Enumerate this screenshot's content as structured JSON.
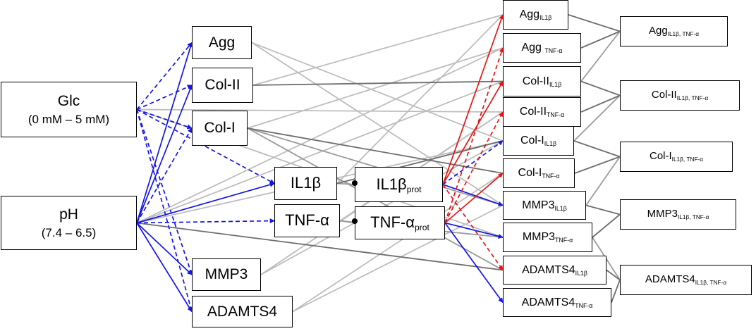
{
  "nodes": {
    "glc": {
      "label": "Glc",
      "sublabel": "(0 mM – 5 mM)"
    },
    "ph": {
      "label": "pH",
      "sublabel": "(7.4 – 6.5)"
    },
    "agg": {
      "label": "Agg"
    },
    "col2": {
      "label": "Col-II"
    },
    "col1": {
      "label": "Col-I"
    },
    "mmp3": {
      "label": "MMP3"
    },
    "adamts4": {
      "label": "ADAMTS4"
    },
    "il1b": {
      "label": "IL1β"
    },
    "tnfa": {
      "label": "TNF-α"
    },
    "il1b_prot": {
      "label": "IL1β",
      "sub": "prot"
    },
    "tnfa_prot": {
      "label": "TNF-α",
      "sub": "prot"
    },
    "agg_il1b": {
      "label": "Agg",
      "sub": "IL1β"
    },
    "agg_tnfa": {
      "label": "Agg ",
      "sub": "TNF-α"
    },
    "col2_il1b": {
      "label": "Col-II",
      "sub": "IL1β"
    },
    "col2_tnfa": {
      "label": "Col-II",
      "sub": "TNF-α"
    },
    "col1_il1b": {
      "label": "Col-I",
      "sub": "IL1β"
    },
    "col1_tnfa": {
      "label": "Col-I",
      "sub": "TNF-α"
    },
    "mmp3_il1b": {
      "label": "MMP3",
      "sub": "IL1β"
    },
    "mmp3_tnfa": {
      "label": "MMP3",
      "sub": "TNF-α"
    },
    "adamts4_il1b": {
      "label": "ADAMTS4",
      "sub": "IL1β"
    },
    "adamts4_tnfa": {
      "label": "ADAMTS4",
      "sub": "TNF-α"
    },
    "agg_comb": {
      "label": "Agg",
      "sub": "IL1β, TNF-α"
    },
    "col2_comb": {
      "label": "Col-II",
      "sub": "IL1β, TNF-α"
    },
    "col1_comb": {
      "label": "Col-I",
      "sub": "IL1β, TNF-α"
    },
    "mmp3_comb": {
      "label": "MMP3",
      "sub": "IL1β, TNF-α"
    },
    "adamts4_comb": {
      "label": "ADAMTS4",
      "sub": "IL1β, TNF-α"
    }
  },
  "colors": {
    "blue": "#1414e6",
    "red": "#e61414",
    "gray_light": "#bdbdbd",
    "gray_mid": "#9a9a9a",
    "gray_dark": "#6e6e6e",
    "black": "#000000"
  },
  "edges": [
    {
      "from": "glc",
      "to": "agg",
      "color": "blue",
      "style": "dashed",
      "arrow": true
    },
    {
      "from": "glc",
      "to": "col2",
      "color": "blue",
      "style": "dashed",
      "arrow": true
    },
    {
      "from": "glc",
      "to": "col1",
      "color": "blue",
      "style": "dashed",
      "arrow": true
    },
    {
      "from": "glc",
      "to": "il1b",
      "color": "blue",
      "style": "dashed",
      "arrow": true
    },
    {
      "from": "glc",
      "to": "mmp3",
      "color": "blue",
      "style": "dashed",
      "arrow": true
    },
    {
      "from": "glc",
      "to": "adamts4",
      "color": "blue",
      "style": "dashed",
      "arrow": true
    },
    {
      "from": "ph",
      "to": "agg",
      "color": "blue",
      "style": "solid",
      "arrow": true
    },
    {
      "from": "ph",
      "to": "col2",
      "color": "blue",
      "style": "solid",
      "arrow": true
    },
    {
      "from": "ph",
      "to": "col1",
      "color": "blue",
      "style": "dashed",
      "arrow": true
    },
    {
      "from": "ph",
      "to": "il1b",
      "color": "blue",
      "style": "solid",
      "arrow": true
    },
    {
      "from": "ph",
      "to": "tnfa",
      "color": "blue",
      "style": "dashed",
      "arrow": true
    },
    {
      "from": "ph",
      "to": "mmp3",
      "color": "blue",
      "style": "solid",
      "arrow": true
    },
    {
      "from": "ph",
      "to": "adamts4",
      "color": "blue",
      "style": "solid",
      "arrow": true
    },
    {
      "from": "il1b",
      "to": "il1b_prot",
      "color": "gray_mid",
      "style": "solid",
      "arrow": false
    },
    {
      "from": "tnfa",
      "to": "tnfa_prot",
      "color": "gray_mid",
      "style": "solid",
      "arrow": false
    },
    {
      "from": "il1b_prot",
      "to": "agg_il1b",
      "color": "red",
      "style": "solid",
      "arrow": true
    },
    {
      "from": "il1b_prot",
      "to": "col2_il1b",
      "color": "red",
      "style": "solid",
      "arrow": true
    },
    {
      "from": "il1b_prot",
      "to": "col1_il1b",
      "color": "blue",
      "style": "dashed",
      "arrow": true
    },
    {
      "from": "il1b_prot",
      "to": "mmp3_il1b",
      "color": "blue",
      "style": "solid",
      "arrow": true
    },
    {
      "from": "il1b_prot",
      "to": "adamts4_il1b",
      "color": "red",
      "style": "dashed",
      "arrow": true
    },
    {
      "from": "tnfa_prot",
      "to": "agg_tnfa",
      "color": "red",
      "style": "dashed",
      "arrow": true
    },
    {
      "from": "tnfa_prot",
      "to": "col2_tnfa",
      "color": "red",
      "style": "dashed",
      "arrow": true
    },
    {
      "from": "tnfa_prot",
      "to": "col1_tnfa",
      "color": "red",
      "style": "solid",
      "arrow": true
    },
    {
      "from": "tnfa_prot",
      "to": "mmp3_tnfa",
      "color": "blue",
      "style": "solid",
      "arrow": true
    },
    {
      "from": "tnfa_prot",
      "to": "adamts4_tnfa",
      "color": "blue",
      "style": "solid",
      "arrow": true
    },
    {
      "from": "col2",
      "to": "col2_il1b",
      "color": "gray_dark",
      "style": "solid",
      "arrow": false
    },
    {
      "from": "col1",
      "to": "col1_tnfa",
      "color": "gray_dark",
      "style": "solid",
      "arrow": false
    },
    {
      "from": "col2",
      "to": "agg_il1b",
      "color": "gray_light",
      "style": "solid",
      "arrow": false
    },
    {
      "from": "col1",
      "to": "agg_tnfa",
      "color": "gray_light",
      "style": "solid",
      "arrow": false
    },
    {
      "from": "col1",
      "to": "mmp3_il1b",
      "color": "gray_mid",
      "style": "solid",
      "arrow": false
    },
    {
      "from": "col1",
      "to": "adamts4_il1b",
      "color": "gray_mid",
      "style": "solid",
      "arrow": false
    },
    {
      "from": "glc",
      "to": "col2_tnfa",
      "color": "gray_light",
      "style": "solid",
      "arrow": false
    },
    {
      "from": "glc",
      "to": "mmp3_tnfa",
      "color": "gray_light",
      "style": "solid",
      "arrow": false
    },
    {
      "from": "ph",
      "to": "adamts4_il1b",
      "color": "gray_dark",
      "style": "solid",
      "arrow": false
    },
    {
      "from": "ph",
      "to": "col1_il1b",
      "color": "gray_light",
      "style": "solid",
      "arrow": false
    },
    {
      "from": "ph",
      "to": "col2_il1b",
      "color": "gray_light",
      "style": "solid",
      "arrow": false
    },
    {
      "from": "ph",
      "to": "agg_tnfa",
      "color": "gray_light",
      "style": "solid",
      "arrow": false
    },
    {
      "from": "il1b",
      "to": "col1_il1b",
      "color": "gray_dark",
      "style": "solid",
      "arrow": false
    },
    {
      "from": "il1b",
      "to": "agg_il1b",
      "color": "gray_light",
      "style": "solid",
      "arrow": false
    },
    {
      "from": "tnfa",
      "to": "col2_tnfa",
      "color": "gray_light",
      "style": "solid",
      "arrow": false
    },
    {
      "from": "tnfa",
      "to": "mmp3_tnfa",
      "color": "gray_mid",
      "style": "solid",
      "arrow": false
    },
    {
      "from": "adamts4",
      "to": "col1_tnfa",
      "color": "gray_light",
      "style": "solid",
      "arrow": false
    },
    {
      "from": "adamts4",
      "to": "mmp3_il1b",
      "color": "gray_light",
      "style": "solid",
      "arrow": false
    },
    {
      "from": "mmp3",
      "to": "col1_il1b",
      "color": "gray_light",
      "style": "solid",
      "arrow": false
    },
    {
      "from": "mmp3",
      "to": "col2_tnfa",
      "color": "gray_light",
      "style": "solid",
      "arrow": false
    },
    {
      "from": "agg",
      "to": "col1_il1b",
      "color": "gray_light",
      "style": "solid",
      "arrow": false
    },
    {
      "from": "agg",
      "to": "mmp3_il1b",
      "color": "gray_light",
      "style": "solid",
      "arrow": false
    },
    {
      "from": "agg_il1b",
      "to": "agg_comb",
      "color": "gray_dark",
      "style": "solid",
      "arrow": false
    },
    {
      "from": "agg_tnfa",
      "to": "agg_comb",
      "color": "gray_dark",
      "style": "solid",
      "arrow": false
    },
    {
      "from": "col2_il1b",
      "to": "agg_comb",
      "color": "gray_mid",
      "style": "solid",
      "arrow": false
    },
    {
      "from": "col2_il1b",
      "to": "col2_comb",
      "color": "gray_dark",
      "style": "solid",
      "arrow": false
    },
    {
      "from": "col2_tnfa",
      "to": "col2_comb",
      "color": "gray_dark",
      "style": "solid",
      "arrow": false
    },
    {
      "from": "col1_il1b",
      "to": "col2_comb",
      "color": "gray_mid",
      "style": "solid",
      "arrow": false
    },
    {
      "from": "col1_il1b",
      "to": "col1_comb",
      "color": "gray_dark",
      "style": "solid",
      "arrow": false
    },
    {
      "from": "col1_tnfa",
      "to": "col1_comb",
      "color": "gray_dark",
      "style": "solid",
      "arrow": false
    },
    {
      "from": "mmp3_il1b",
      "to": "col1_comb",
      "color": "gray_mid",
      "style": "solid",
      "arrow": false
    },
    {
      "from": "mmp3_il1b",
      "to": "mmp3_comb",
      "color": "gray_dark",
      "style": "solid",
      "arrow": false
    },
    {
      "from": "mmp3_tnfa",
      "to": "mmp3_comb",
      "color": "gray_dark",
      "style": "solid",
      "arrow": false
    },
    {
      "from": "adamts4_il1b",
      "to": "adamts4_comb",
      "color": "gray_dark",
      "style": "solid",
      "arrow": false
    },
    {
      "from": "adamts4_tnfa",
      "to": "adamts4_comb",
      "color": "gray_dark",
      "style": "solid",
      "arrow": false
    },
    {
      "from": "mmp3_tnfa",
      "to": "adamts4_comb",
      "color": "gray_mid",
      "style": "solid",
      "arrow": false
    }
  ]
}
